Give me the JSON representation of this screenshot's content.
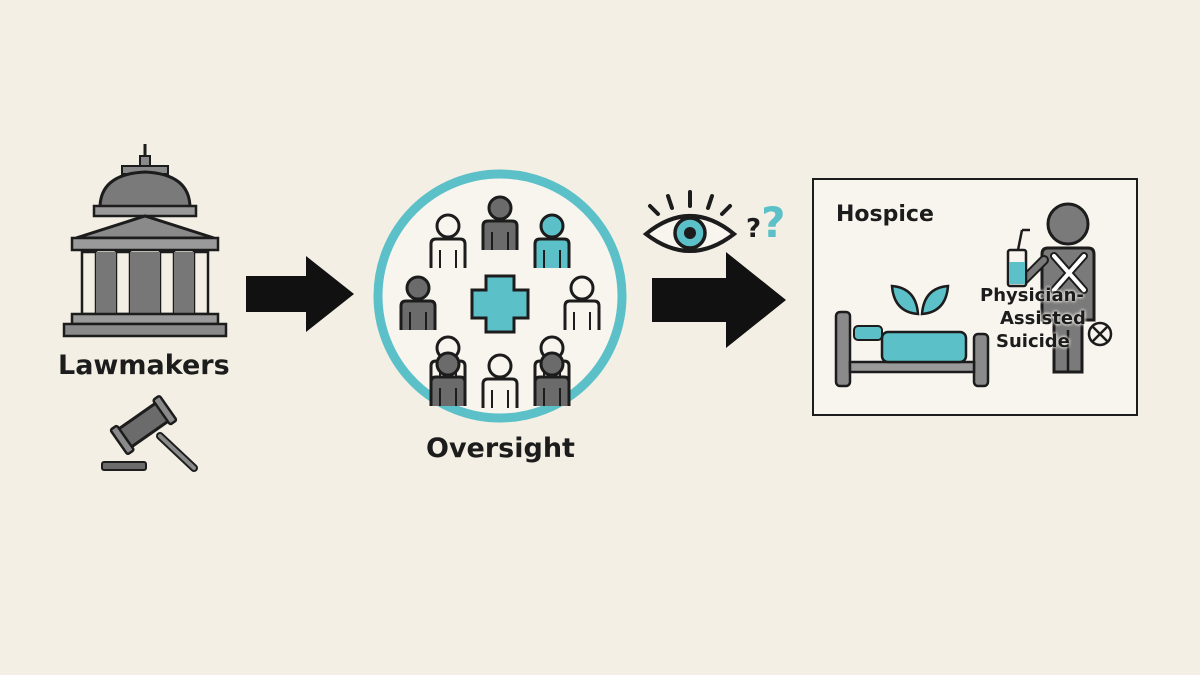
{
  "diagram": {
    "stages": {
      "lawmakers": {
        "label": "Lawmakers"
      },
      "oversight": {
        "label": "Oversight"
      },
      "hospice": {
        "title": "Hospice",
        "practice_line1": "Physician-",
        "practice_line2": "Assisted",
        "practice_line3": "Suicide"
      }
    },
    "question_marks": "??",
    "colors": {
      "background": "#f3efe4",
      "accent_teal": "#5bc0c8",
      "dark_gray": "#6b6b6b",
      "outline": "#1c1c1c"
    },
    "icons": [
      "capitol-building-icon",
      "gavel-icon",
      "people-circle-icon",
      "medical-cross-icon",
      "eye-icon",
      "question-icon",
      "hospital-bed-icon",
      "leaf-icon",
      "person-with-cup-icon",
      "x-mark-icon",
      "prohibited-icon"
    ]
  }
}
